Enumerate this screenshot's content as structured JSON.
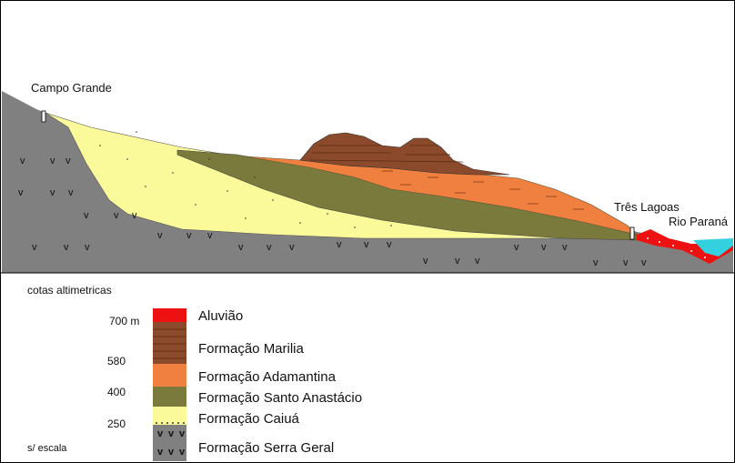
{
  "section": {
    "locations": {
      "left": "Campo Grande",
      "middle_right": "Três Lagoas",
      "right": "Rio Paraná"
    },
    "basalt_marker": "v"
  },
  "legend": {
    "heading": "cotas altimetricas",
    "elevations": [
      "700 m",
      "580",
      "400",
      "250"
    ],
    "scale_note": "s/ escala",
    "units": [
      {
        "name": "Aluvião",
        "color": "#ee1111"
      },
      {
        "name": "Formação Marilia",
        "color": "#8b4a2b"
      },
      {
        "name": "Formação Adamantina",
        "color": "#f08040"
      },
      {
        "name": "Formação Santo Anastácio",
        "color": "#7a7a3c"
      },
      {
        "name": "Formação Caiuá",
        "color": "#fafa9a"
      },
      {
        "name": "Formação Serra Geral",
        "color": "#808080"
      }
    ]
  },
  "colors": {
    "basalt": "#808080",
    "caiua": "#fafa9a",
    "santo_anastacio": "#7a7a3c",
    "adamantina": "#f08040",
    "marilia": "#8b4a2b",
    "aluviao": "#ee1111",
    "river": "#33d0e0"
  }
}
